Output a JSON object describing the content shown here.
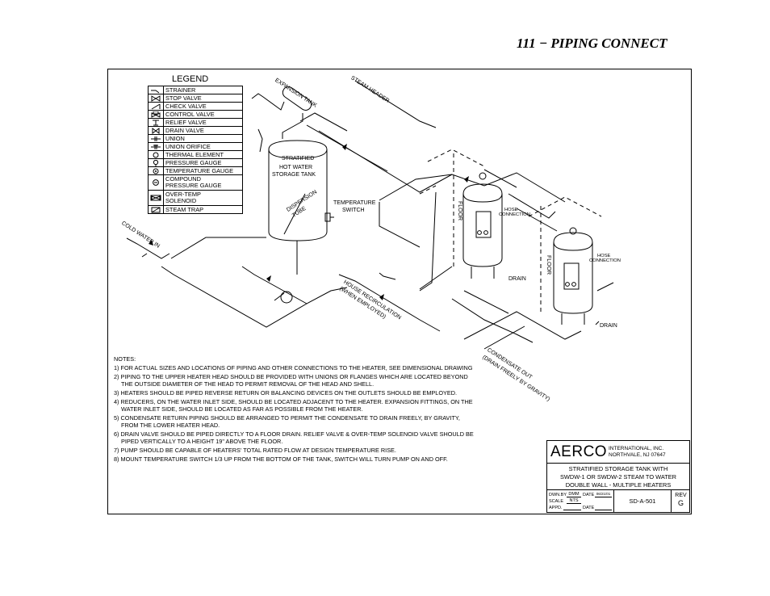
{
  "page_title": "111 − PIPING CONNECT",
  "legend": {
    "title": "LEGEND",
    "items": [
      {
        "label": "STRAINER",
        "icon": "strainer-icon"
      },
      {
        "label": "STOP VALVE",
        "icon": "stop-valve-icon"
      },
      {
        "label": "CHECK VALVE",
        "icon": "check-valve-icon"
      },
      {
        "label": "CONTROL VALVE",
        "icon": "control-valve-icon"
      },
      {
        "label": "RELIEF VALVE",
        "icon": "relief-valve-icon"
      },
      {
        "label": "DRAIN VALVE",
        "icon": "drain-valve-icon"
      },
      {
        "label": "UNION",
        "icon": "union-icon"
      },
      {
        "label": "UNION ORIFICE",
        "icon": "union-orifice-icon"
      },
      {
        "label": "THERMAL ELEMENT",
        "icon": "thermal-element-icon"
      },
      {
        "label": "PRESSURE GAUGE",
        "icon": "pressure-gauge-icon"
      },
      {
        "label": "TEMPERATURE GAUGE",
        "icon": "temperature-gauge-icon"
      },
      {
        "label": "COMPOUND PRESSURE GAUGE",
        "line1": "COMPOUND",
        "line2": "PRESSURE GAUGE",
        "icon": "compound-gauge-icon"
      },
      {
        "label": "OVER-TEMP SOLENOID",
        "line1": "OVER-TEMP",
        "line2": "SOLENOID",
        "icon": "solenoid-icon"
      },
      {
        "label": "STEAM TRAP",
        "icon": "steam-trap-icon"
      }
    ]
  },
  "diagram": {
    "expansion_tank": "EXPANSION TANK",
    "steam_header": "STEAM HEADER",
    "cold_water_in": "COLD WATER IN",
    "storage_tank_line1": "STRATIFIED",
    "storage_tank_line2": "HOT WATER",
    "storage_tank_line3": "STORAGE TANK",
    "dispersion_line1": "DISPERSION",
    "dispersion_line2": "TUBE",
    "temp_switch_line1": "TEMPERATURE",
    "temp_switch_line2": "SWITCH",
    "floor_1": "FLOOR",
    "floor_2": "FLOOR",
    "hose_1_line1": "HOSE",
    "hose_1_line2": "CONNECTION",
    "hose_2_line1": "HOSE",
    "hose_2_line2": "CONNECTION",
    "drain_1": "DRAIN",
    "drain_2": "DRAIN",
    "house_recirc_line1": "HOUSE RECIRCULATION",
    "house_recirc_line2": "(WHEN EMPLOYED)",
    "condensate_line1": "CONDENSATE OUT",
    "condensate_line2": "(DRAIN FREELY BY GRAVITY)"
  },
  "notes": {
    "title": "NOTES:",
    "items": [
      "1) FOR ACTUAL SIZES AND LOCATIONS OF PIPING AND OTHER CONNECTIONS TO THE HEATER, SEE DIMENSIONAL DRAWING",
      "2) PIPING TO THE UPPER HEATER HEAD SHOULD BE PROVIDED WITH UNIONS OR FLANGES WHICH ARE LOCATED BEYOND THE OUTSIDE DIAMETER OF THE HEAD TO PERMIT REMOVAL OF THE HEAD AND SHELL.",
      "3) HEATERS SHOULD BE PIPED REVERSE RETURN OR BALANCING DEVICES ON THE OUTLETS SHOULD BE EMPLOYED.",
      "4) REDUCERS, ON THE WATER INLET SIDE, SHOULD BE LOCATED ADJACENT TO THE HEATER. EXPANSION FITTINGS, ON THE  WATER INLET SIDE, SHOULD BE LOCATED AS FAR AS POSSIBLE FROM THE HEATER.",
      "5) CONDENSATE RETURN PIPING SHOULD BE ARRANGED TO PERMIT THE CONDENSATE TO DRAIN FREELY, BY GRAVITY, FROM THE LOWER HEATER HEAD.",
      "6) DRAIN VALVE SHOULD BE PIPED DIRECTLY TO A FLOOR DRAIN. RELIEF VALVE & OVER-TEMP SOLENOID VALVE SHOULD BE PIPED VERTICALLY TO A HEIGHT 19\" ABOVE THE FLOOR.",
      "7) PUMP SHOULD BE CAPABLE OF HEATERS' TOTAL RATED FLOW AT DESIGN TEMPERATURE RISE.",
      "8) MOUNT TEMPERATURE SWITCH 1/3 UP FROM THE BOTTOM OF THE TANK, SWITCH WILL TURN PUMP ON AND OFF."
    ]
  },
  "title_block": {
    "logo": "AERCO",
    "company_line1": "INTERNATIONAL, INC.",
    "company_line2": "NORTHVALE, NJ   07647",
    "desc_line1": "STRATIFIED STORAGE TANK WITH",
    "desc_line2": "SWDW-1 OR SWDW-2 STEAM TO WATER",
    "desc_line3": "DOUBLE WALL - MULTIPLE HEATERS",
    "dwn_by_label": "DWN.BY",
    "dwn_by_value": "DMM",
    "date_label": "DATE",
    "date_value": "06/21/01",
    "scale_label": "SCALE",
    "scale_value": "NTS",
    "appd_label": "APPD.",
    "appd_value": "",
    "date2_label": "DATE",
    "date2_value": "",
    "drawing_number": "SD-A-501",
    "rev_label": "REV",
    "rev_value": "G"
  }
}
